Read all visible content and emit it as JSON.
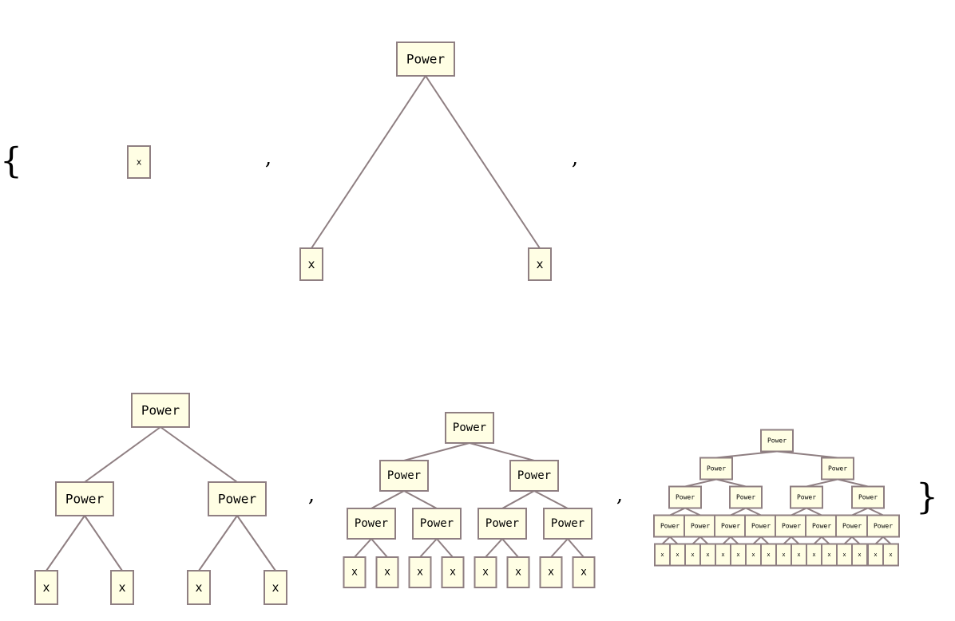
{
  "list": {
    "open_brace": "{",
    "close_brace": "}",
    "separator": ","
  },
  "labels": {
    "power": "Power",
    "leaf": "x"
  },
  "trees": [
    {
      "id": "tree-depth-0",
      "depth": 0
    },
    {
      "id": "tree-depth-1",
      "depth": 1
    },
    {
      "id": "tree-depth-2",
      "depth": 2
    },
    {
      "id": "tree-depth-3",
      "depth": 3
    },
    {
      "id": "tree-depth-4",
      "depth": 4
    }
  ],
  "colors": {
    "node_fill": "#fffee4",
    "node_stroke": "#8f7f82",
    "edge": "#8f7f82",
    "text": "#000000"
  }
}
